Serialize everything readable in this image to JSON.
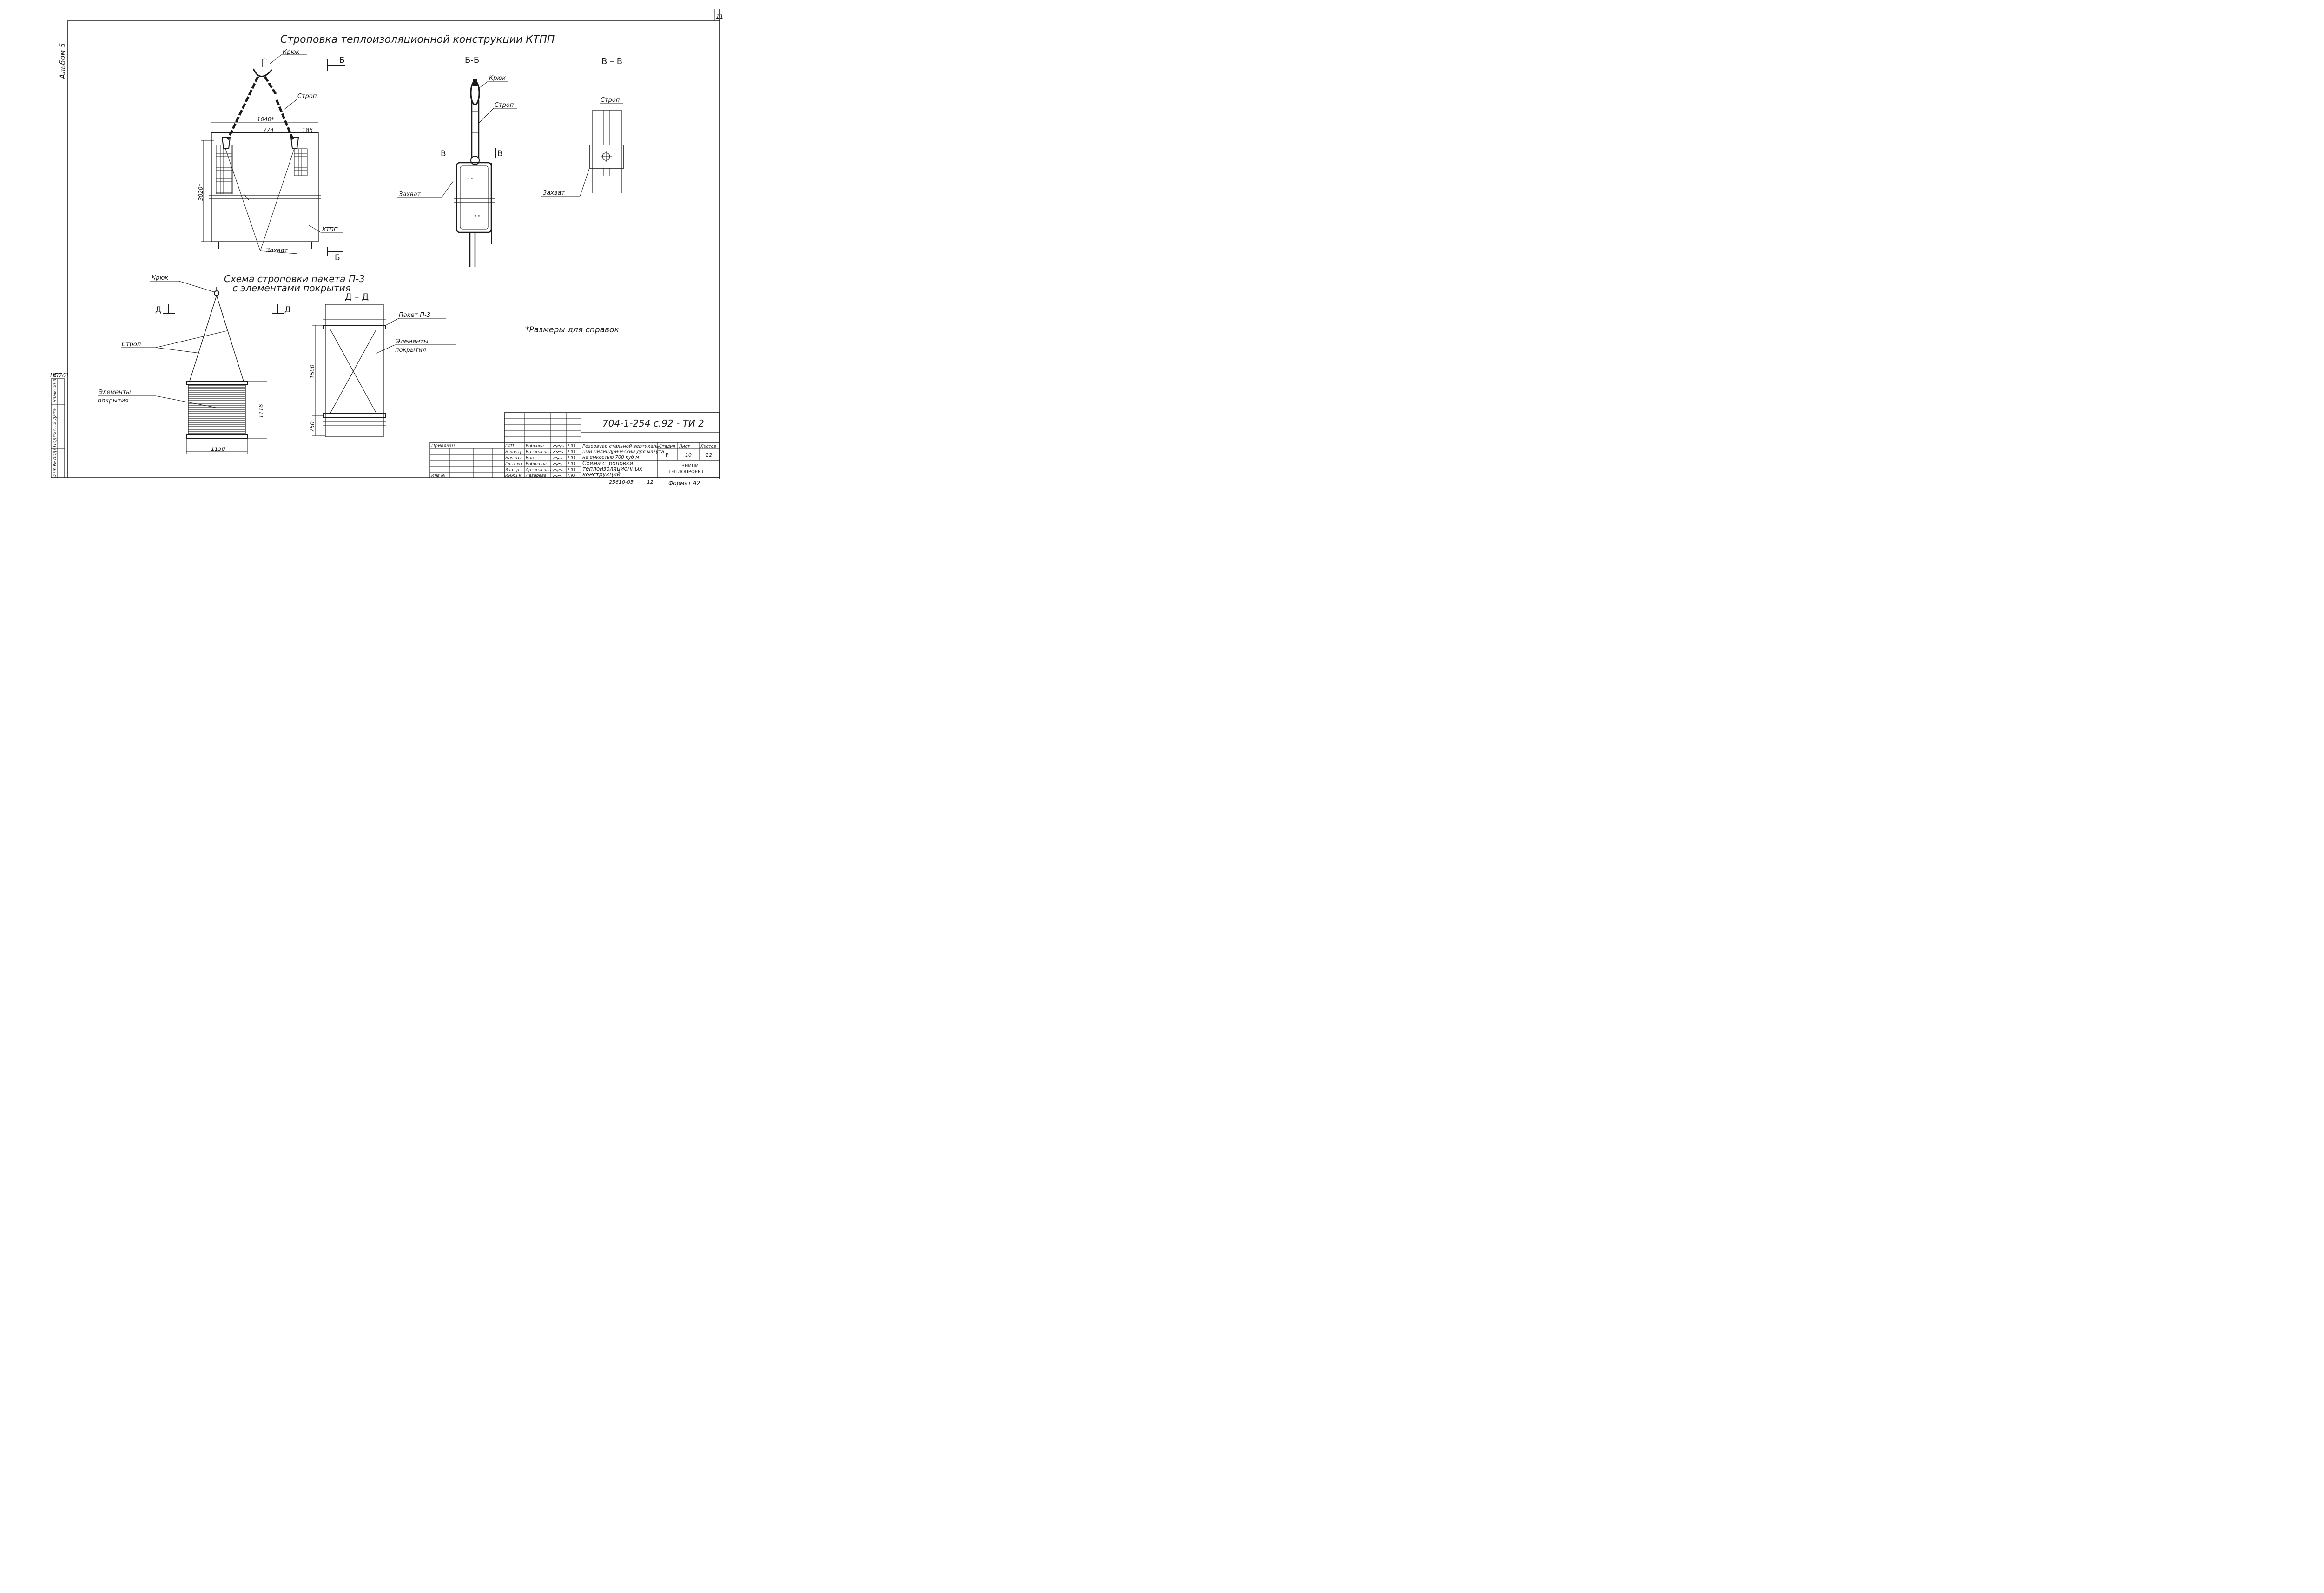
{
  "sheet_corner": "11",
  "album": "Альбом 5",
  "side_number": "НП761",
  "side_stamp": [
    "Инв № подл",
    "Подпись и дата",
    "Взам. инв №"
  ],
  "main": {
    "title": "Строповка теплоизоляционной конструкции КТПП",
    "labels": {
      "hook": "Крюк",
      "sling": "Строп",
      "ktpp": "КТПП",
      "grip": "Захват"
    },
    "section_mark": "Б",
    "dims": {
      "top_width": "1040*",
      "inner": "774",
      "offset": "186",
      "height": "3020*"
    }
  },
  "section_bb": {
    "title": "Б-Б",
    "labels": {
      "hook": "Крюк",
      "sling": "Строп",
      "grip": "Захват"
    },
    "cut_mark": "В"
  },
  "section_vv": {
    "title": "В – В",
    "labels": {
      "sling": "Строп",
      "grip": "Захват"
    }
  },
  "package": {
    "title_line1": "Схема строповки пакета П-3",
    "title_line2": "с элементами покрытия",
    "labels": {
      "hook": "Крюк",
      "sling": "Строп",
      "elements_1": "Элементы",
      "elements_2": "покрытия"
    },
    "section_mark": "Д",
    "dims": {
      "height": "1116",
      "width": "1150"
    }
  },
  "section_dd": {
    "title": "Д – Д",
    "labels": {
      "package": "Пакет П-3",
      "elements_1": "Элементы",
      "elements_2": "покрытия"
    },
    "dims": {
      "upper": "1500",
      "lower": "750"
    }
  },
  "note": "*Размеры для справок",
  "title_block": {
    "code": "704-1-254 с.92 - ТИ 2",
    "bound": "Привязан",
    "inv": "Инв №",
    "roles": [
      "ГИП",
      "Н.контр",
      "Нач.отд",
      "Гл.техн",
      "Зав.гр",
      "Инж.I к"
    ],
    "names": [
      "Бобкова",
      "Казанасова",
      "Ков",
      "Бобикова",
      "Арзанасова",
      "Лазарева"
    ],
    "dates": [
      "7.93",
      "7.93",
      "7.93",
      "7.93",
      "7.93",
      "7.93"
    ],
    "desc": [
      "Резервуар стальной вертикаль-",
      "ный цилиндрический для мазута",
      "на емкостью 700 куб м"
    ],
    "drawing_title": [
      "Схема строповки",
      "теплоизоляционных",
      "конструкций"
    ],
    "col_headers": [
      "Стадия",
      "Лист",
      "Листов"
    ],
    "stage": "Р",
    "sheet": "10",
    "sheets": "12",
    "org_1": "ВНИПИ",
    "org_2": "ТЕПЛОПРОЕКТ",
    "order": "25610-05",
    "copy": "12",
    "format": "Формат А2"
  }
}
